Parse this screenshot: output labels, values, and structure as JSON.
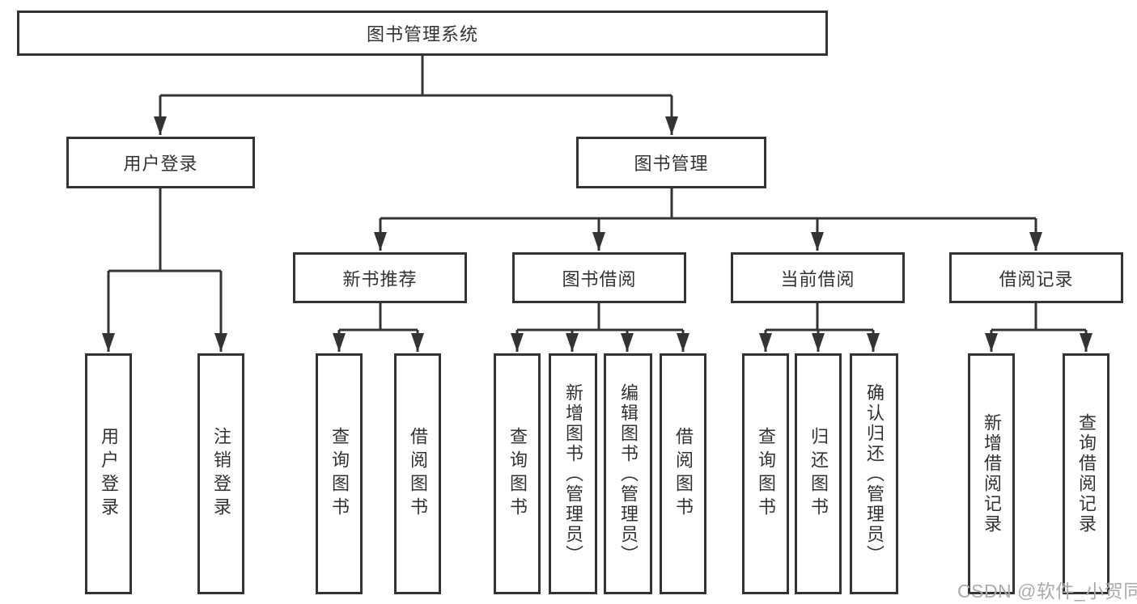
{
  "diagram": {
    "root": {
      "label": "图书管理系统"
    },
    "level2": [
      {
        "label": "用户登录"
      },
      {
        "label": "图书管理"
      }
    ],
    "level3": [
      {
        "label": "新书推荐",
        "parent": "图书管理"
      },
      {
        "label": "图书借阅",
        "parent": "图书管理"
      },
      {
        "label": "当前借阅",
        "parent": "图书管理"
      },
      {
        "label": "借阅记录",
        "parent": "图书管理"
      }
    ],
    "leaves": [
      {
        "label": "用户登录",
        "parent": "用户登录"
      },
      {
        "label": "注销登录",
        "parent": "用户登录"
      },
      {
        "label": "查询图书",
        "parent": "新书推荐"
      },
      {
        "label": "借阅图书",
        "parent": "新书推荐"
      },
      {
        "label": "查询图书",
        "parent": "图书借阅"
      },
      {
        "label": "新增图书（管理员）",
        "parent": "图书借阅"
      },
      {
        "label": "编辑图书（管理员）",
        "parent": "图书借阅"
      },
      {
        "label": "借阅图书",
        "parent": "图书借阅"
      },
      {
        "label": "查询图书",
        "parent": "当前借阅"
      },
      {
        "label": "归还图书",
        "parent": "当前借阅"
      },
      {
        "label": "确认归还（管理员）",
        "parent": "当前借阅"
      },
      {
        "label": "新增借阅记录",
        "parent": "借阅记录"
      },
      {
        "label": "查询借阅记录",
        "parent": "借阅记录"
      }
    ],
    "watermark": "CSDN @软件_小贺同学",
    "colors": {
      "line": "#333333",
      "border": "#333333",
      "text": "#333333",
      "background": "#ffffff",
      "watermark": "#ababab"
    }
  }
}
